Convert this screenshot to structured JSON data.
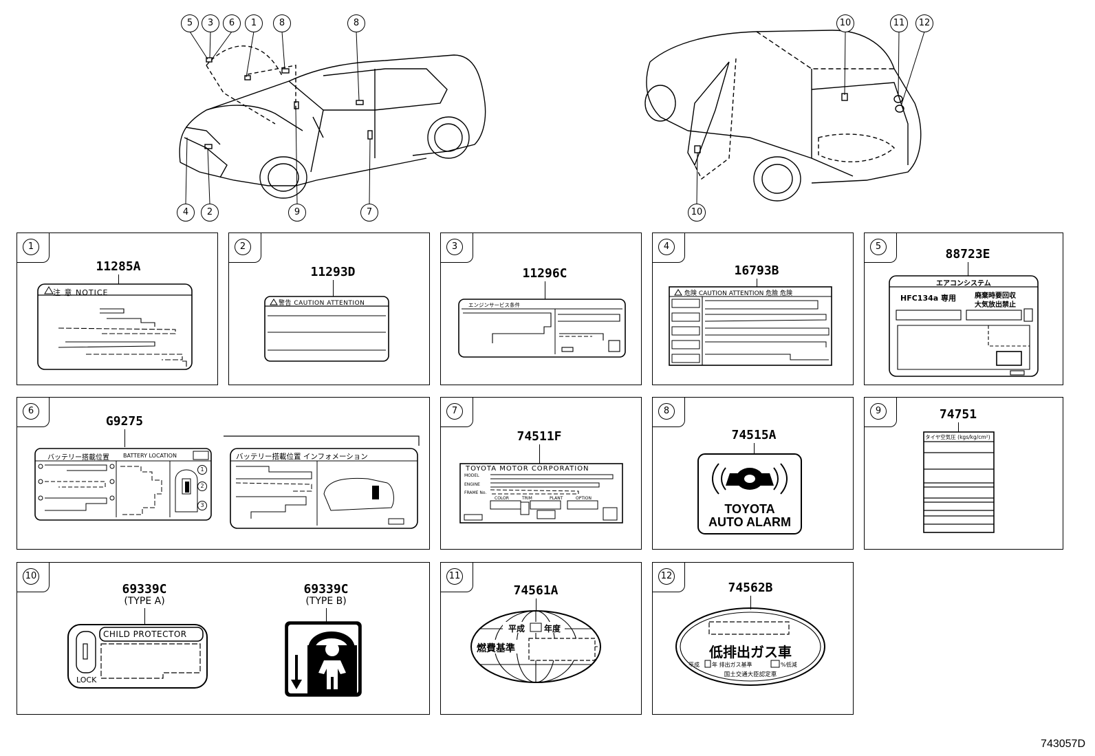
{
  "figure_id": "743057D",
  "top_callouts": {
    "c5": "5",
    "c3": "3",
    "c6": "6",
    "c1": "1",
    "c8a": "8",
    "c8b": "8",
    "c4": "4",
    "c2": "2",
    "c9": "9",
    "c7": "7",
    "c10a": "10",
    "c11": "11",
    "c12": "12",
    "c10b": "10"
  },
  "panels": {
    "p1": {
      "num": "1",
      "code": "11285A",
      "header": "注 意  NOTICE"
    },
    "p2": {
      "num": "2",
      "code": "11293D",
      "header": "警告  CAUTION  ATTENTION"
    },
    "p3": {
      "num": "3",
      "code": "11296C",
      "header": "エンジンサービス条件"
    },
    "p4": {
      "num": "4",
      "code": "16793B",
      "header": "危険  CAUTION  ATTENTION  危險  危険"
    },
    "p5": {
      "num": "5",
      "code": "88723E",
      "header": "エアコンシステム",
      "left_text": "HFC134a  専用",
      "right_line1": "廃棄時要回収",
      "right_line2": "大気放出禁止"
    },
    "p6": {
      "num": "6",
      "code": "G9275",
      "header_left": "バッテリー搭載位置",
      "header_left_en": "BATTERY LOCATION",
      "header_right": "バッテリー搭載位置  インフォメーション",
      "sub1": "1",
      "sub2": "2",
      "sub3": "3"
    },
    "p7": {
      "num": "7",
      "code": "74511F",
      "header": "TOYOTA  MOTOR  CORPORATION",
      "row1": "MODEL",
      "row2": "ENGINE",
      "row3": "FRAME No.",
      "col1": "COLOR",
      "col2": "TRIM",
      "col3": "PLANT",
      "col4": "OPTION"
    },
    "p8": {
      "num": "8",
      "code": "74515A",
      "line1": "TOYOTA",
      "line2": "AUTO ALARM"
    },
    "p9": {
      "num": "9",
      "code": "74751",
      "header": "タイヤ空気圧 (kgs/kg/cm²)"
    },
    "p10": {
      "num": "10",
      "code_a": "69339C",
      "type_a": "(TYPE A)",
      "code_b": "69339C",
      "type_b": "(TYPE B)",
      "header": "CHILD  PROTECTOR",
      "lock": "LOCK"
    },
    "p11": {
      "num": "11",
      "code": "74561A",
      "line1a": "平成",
      "line1b": "年度",
      "line2": "燃費基準"
    },
    "p12": {
      "num": "12",
      "code": "74562B",
      "main": "低排出ガス車",
      "sub1": "平成",
      "sub2": "年  排出ガス基準",
      "sub3": "%低減",
      "sub4": "国土交通大臣認定車"
    }
  }
}
